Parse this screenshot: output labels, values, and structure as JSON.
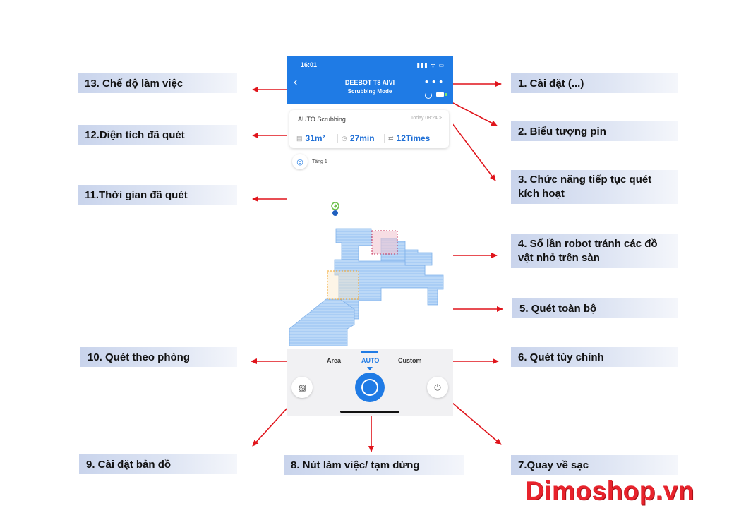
{
  "app": {
    "status_time": "16:01",
    "status_icons": "▮▮▮ ᯤ ▭",
    "device_title": "DEEBOT T8 AIVI",
    "device_mode": "Scrubbing Mode",
    "more": "• • •"
  },
  "card": {
    "title": "AUTO Scrubbing",
    "date": "Today 08:24 >",
    "area": "31m²",
    "time": "27min",
    "times": "12Times"
  },
  "floor": {
    "label": "Tầng 1"
  },
  "modes": {
    "area": "Area",
    "auto": "AUTO",
    "custom": "Custom"
  },
  "annotations": {
    "l1": "1. Cài đặt (...)",
    "l2": "2. Biểu tượng pin",
    "l3_line1": "3. Chức năng tiếp tục quét",
    "l3_line2": "kích hoạt",
    "l4_line1": "4. Số lần robot tránh các đồ",
    "l4_line2": "vật nhỏ trên sàn",
    "l5": "5. Quét toàn bộ",
    "l6": "6. Quét tùy chỉnh",
    "l7": "7.Quay về sạc",
    "l8": "8. Nút làm việc/ tạm dừng",
    "l9": "9. Cài đặt bản đồ",
    "l10": "10. Quét theo phòng",
    "l11": "11.Thời gian đã quét",
    "l12": "12.Diện tích đã quét",
    "l13": "13. Chế độ làm việc"
  },
  "brand": "Dimoshop.vn",
  "colors": {
    "accent": "#1f7be5",
    "arrow": "#e0141b",
    "brand": "#e8232c"
  }
}
